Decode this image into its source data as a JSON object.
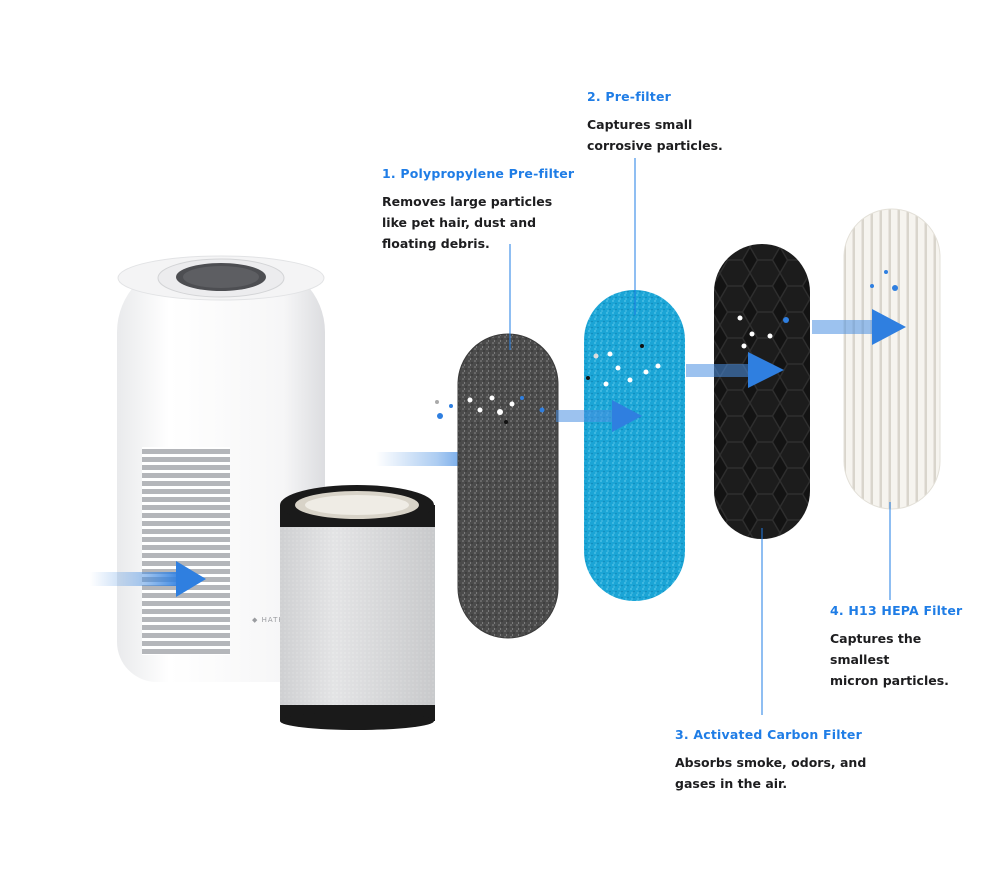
{
  "purifier": {
    "brand_text": "HATHS"
  },
  "filters": [
    {
      "title": "1. Polypropylene Pre-filter",
      "description": "Removes large particles\nlike pet hair, dust and\nfloating debris."
    },
    {
      "title": "2. Pre-filter",
      "description": "Captures small\ncorrosive particles."
    },
    {
      "title": "3. Activated Carbon Filter",
      "description": "Absorbs smoke, odors, and\ngases in the air."
    },
    {
      "title": "4. H13 HEPA Filter",
      "description": "Captures the smallest\nmicron particles."
    }
  ],
  "colors": {
    "accent": "#1f7de6",
    "polypropylene": "#4a4a4a",
    "prefilter": "#1aa3d4",
    "carbon": "#141414",
    "hepa": "#f3f1ec"
  },
  "icons": [
    "air-flow-arrow",
    "purifier-unit",
    "cylindrical-filter"
  ]
}
